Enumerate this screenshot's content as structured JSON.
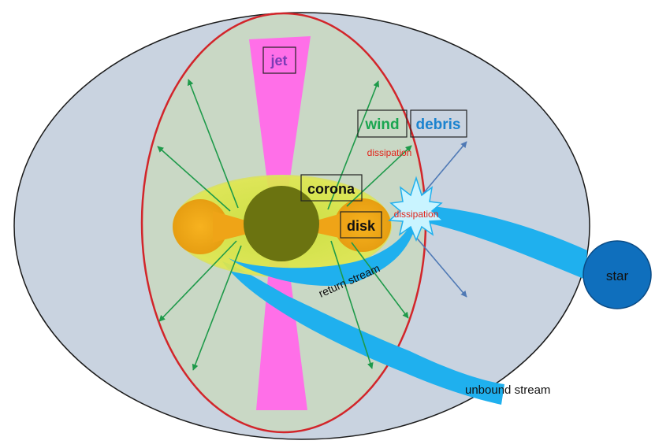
{
  "labels": {
    "jet": "jet",
    "wind": "wind",
    "debris": "debris",
    "dissipation_top": "dissipation",
    "dissipation_right": "dissipation",
    "corona": "corona",
    "disk": "disk",
    "return_stream": "return stream",
    "star": "star",
    "unbound_stream": "unbound stream"
  },
  "colors": {
    "outer_halo": "#c9d3e0",
    "inner_region": "#c9d8c5",
    "boundary": "#d2252a",
    "jet": "#ff6fe8",
    "torus": "#e0e64a",
    "disk": "#f2a51a",
    "black_hole": "#6b7310",
    "stream": "#1fb0ee",
    "star": "#0f6fbd",
    "wind_arrow": "#1e9a4a",
    "debris_arrow": "#4f79b5",
    "wind_text": "#1aa650",
    "debris_text": "#1b83cf",
    "jet_text": "#7a3bb5",
    "dissipation_text": "#e2231a"
  }
}
